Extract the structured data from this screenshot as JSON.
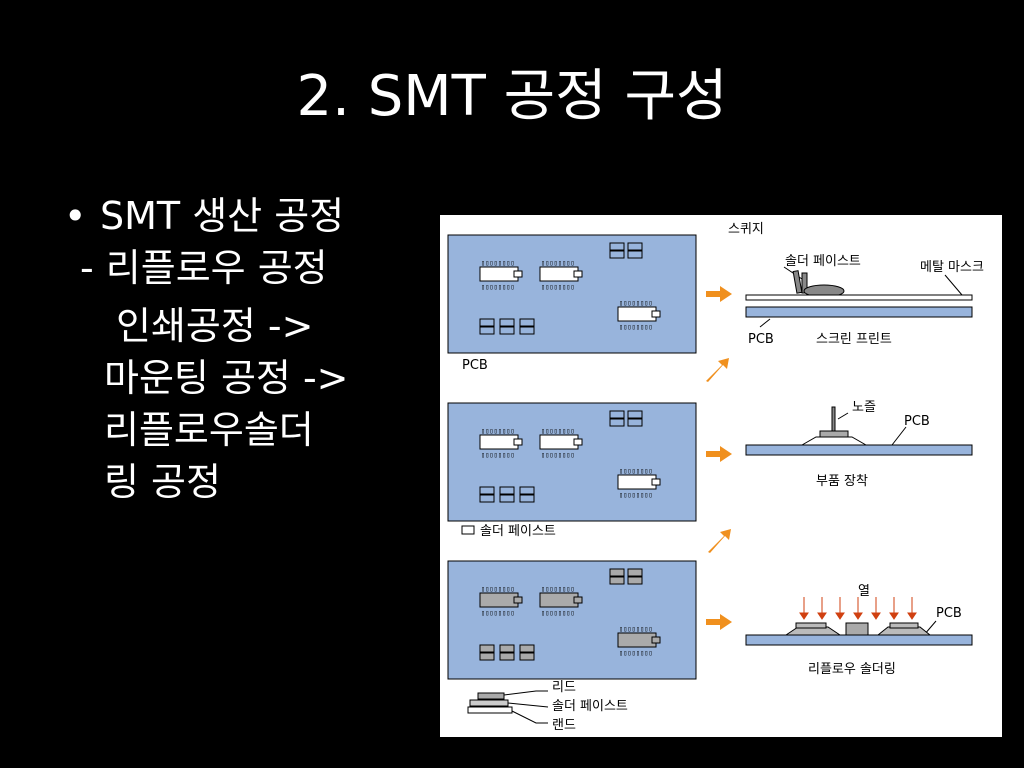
{
  "slide": {
    "title": "2. SMT 공정 구성",
    "bullet_main": "SMT 생산 공정",
    "bullet_sub": "- 리플로우 공정",
    "bullet_detail": [
      "인쇄공정 ->",
      "마운팅 공정 ->",
      "리플로우솔더",
      "링 공정"
    ]
  },
  "diagram": {
    "stage1": {
      "pcb_label": "PCB",
      "squeegee": "스퀴지",
      "solder_paste": "솔더 페이스트",
      "metal_mask": "메탈 마스크",
      "pcb": "PCB",
      "caption": "스크린 프린트"
    },
    "stage2": {
      "legend": "솔더 페이스트",
      "nozzle": "노즐",
      "pcb": "PCB",
      "caption": "부품 장착"
    },
    "stage3": {
      "heat": "열",
      "pcb": "PCB",
      "caption": "리플로우 솔더링"
    },
    "legend": {
      "lead": "리드",
      "solder_paste": "솔더 페이스트",
      "land": "랜드"
    },
    "colors": {
      "board": "#98b4dc",
      "arrow": "#f0901e",
      "component": "#ffffff",
      "component_soldered": "#aaaaaa"
    }
  }
}
